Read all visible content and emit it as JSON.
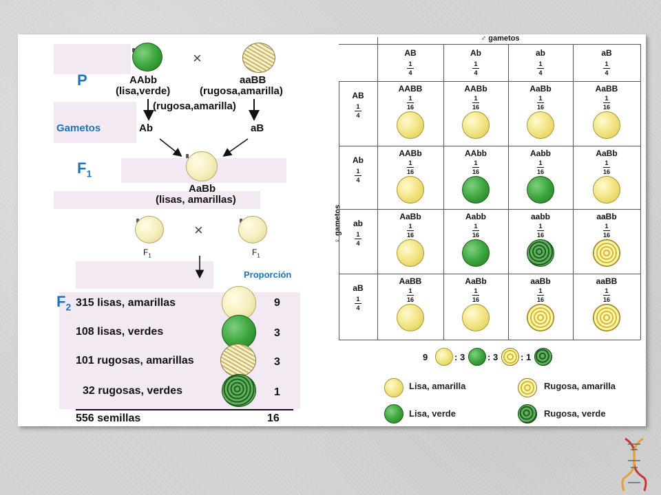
{
  "left": {
    "cross_symbol": "×",
    "p_label": "P",
    "parent1_genotype": "AAbb",
    "parent1_phenotype": "(lisa,verde)",
    "parent2_genotype": "aaBB",
    "parent2_phenotype": "(rugosa,amarilla)",
    "parent_note": "(rugosa,amarilla)",
    "gametos_label": "Gametos",
    "gamete1": "Ab",
    "gamete2": "aB",
    "f1_label": "F",
    "f1_sub": "1",
    "f1_genotype": "AaBb",
    "f1_phenotype": "(lisas, amarillas)",
    "f1_cross_left": "F",
    "f1_cross_left_sub": "1",
    "f1_cross_right": "F",
    "f1_cross_right_sub": "1",
    "proporcion_label": "Proporción",
    "f2_label": "F",
    "f2_sub": "2",
    "f2_rows": [
      {
        "text": "315 lisas, amarillas",
        "ratio": "9"
      },
      {
        "text": "108 lisas,  verdes",
        "ratio": "3"
      },
      {
        "text": "101 rugosas, amarillas",
        "ratio": "3"
      },
      {
        "text": "32 rugosas, verdes",
        "ratio": "1"
      }
    ],
    "total_text": "556 semillas",
    "total_ratio": "16"
  },
  "right": {
    "top_header": "♂ gametos",
    "side_header": "♀ gametos",
    "col_gametes": [
      "AB",
      "Ab",
      "ab",
      "aB"
    ],
    "row_gametes": [
      "AB",
      "Ab",
      "ab",
      "aB"
    ],
    "gamete_frac_num": "1",
    "gamete_frac_den": "4",
    "cell_frac_num": "1",
    "cell_frac_den": "16",
    "cells": [
      [
        "AABB",
        "AABb",
        "AaBb",
        "AaBB"
      ],
      [
        "AABb",
        "AAbb",
        "Aabb",
        "AaBb"
      ],
      [
        "AaBb",
        "Aabb",
        "aabb",
        "aaBb"
      ],
      [
        "AaBB",
        "AaBb",
        "aaBb",
        "aaBB"
      ]
    ],
    "cell_pheno": [
      [
        "ly",
        "ly",
        "ly",
        "ly"
      ],
      [
        "ly",
        "lg",
        "lg",
        "ly"
      ],
      [
        "ly",
        "lg",
        "rg",
        "ry"
      ],
      [
        "ly",
        "ly",
        "ry",
        "ry"
      ]
    ],
    "ratio_line": {
      "n1": "9",
      "n2": ": 3",
      "n3": ": 3",
      "n4": ": 1"
    },
    "legend": {
      "lisa_amarilla": "Lisa, amarilla",
      "rugosa_amarilla": "Rugosa, amarilla",
      "lisa_verde": "Lisa, verde",
      "rugosa_verde": "Rugosa, verde"
    }
  }
}
